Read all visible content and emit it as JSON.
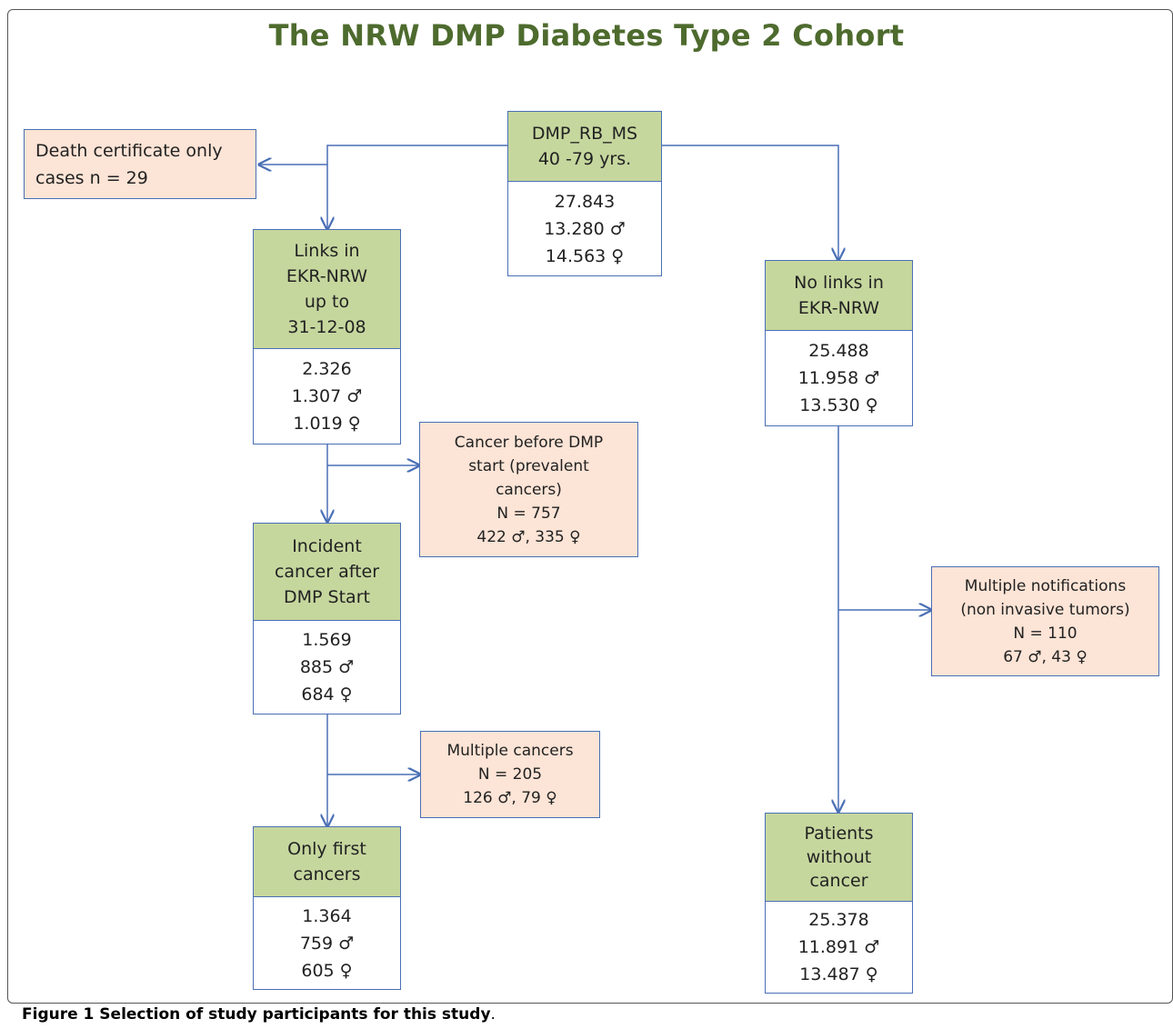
{
  "title": "The NRW DMP Diabetes Type 2 Cohort",
  "caption": {
    "bold": "Figure 1 Selection of study participants for this study",
    "rest": "."
  },
  "nodes": {
    "root": {
      "head": [
        "DMP_RB_MS",
        "40 -79 yrs."
      ],
      "body": [
        "27.843",
        "13.280 ♂",
        "14.563 ♀"
      ]
    },
    "links": {
      "head": [
        "Links in",
        "EKR-NRW",
        "up to",
        "31-12-08"
      ],
      "body": [
        "2.326",
        "1.307 ♂",
        "1.019 ♀"
      ]
    },
    "nolinks": {
      "head": [
        "No links in",
        "EKR-NRW"
      ],
      "body": [
        "25.488",
        "11.958 ♂",
        "13.530 ♀"
      ]
    },
    "incident": {
      "head": [
        "Incident",
        "cancer after",
        "DMP Start"
      ],
      "body": [
        "1.569",
        "885 ♂",
        "684 ♀"
      ]
    },
    "first": {
      "head": [
        "Only first",
        "cancers"
      ],
      "body": [
        "1.364",
        "759 ♂",
        "605 ♀"
      ]
    },
    "nocancer": {
      "head": [
        "Patients",
        "without",
        "cancer"
      ],
      "body": [
        "25.378",
        "11.891 ♂",
        "13.487 ♀"
      ]
    }
  },
  "notes": {
    "death": [
      "Death certificate only",
      "cases n = 29"
    ],
    "prevalent": [
      "Cancer before DMP",
      "start (prevalent",
      "cancers)",
      "N = 757",
      "422 ♂, 335 ♀"
    ],
    "multiple_notifications": [
      "Multiple notifications",
      "(non invasive tumors)",
      "N = 110",
      "67 ♂, 43 ♀"
    ],
    "multiple_cancers": [
      "Multiple cancers",
      "N = 205",
      "126 ♂, 79 ♀"
    ]
  },
  "colors": {
    "header_fill": "#c6d79e",
    "note_fill": "#fce4d6",
    "connector": "#4a6fb5",
    "title": "#4e6b2e"
  }
}
